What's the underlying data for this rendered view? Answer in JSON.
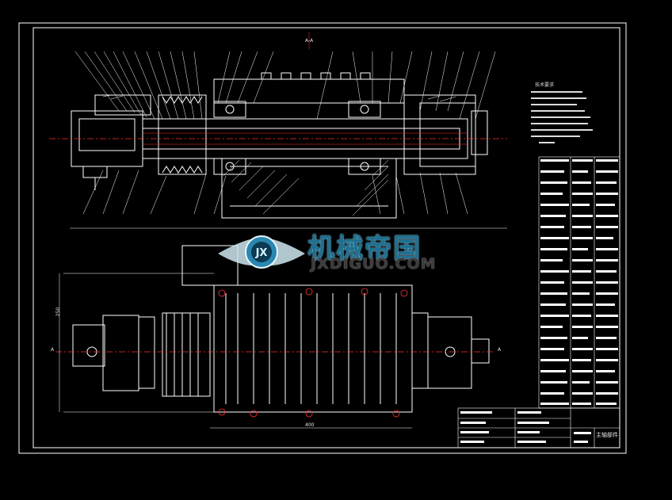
{
  "watermark": {
    "brand_cn": "机械帝国",
    "brand_en": "JXDIGUO.COM",
    "logo_letters": "JX"
  },
  "drawing": {
    "section_label": "A-A",
    "section_arrow_left": "A",
    "section_arrow_right": "A",
    "dim_width": "400",
    "dim_height": "250"
  },
  "technical_requirements": {
    "title": "技术要求"
  },
  "title_block": {
    "name": "主轴部件"
  },
  "colors": {
    "line": "#ffffff",
    "centerline": "#ff3030",
    "watermark": "#1f6f8f",
    "background": "#000000"
  }
}
